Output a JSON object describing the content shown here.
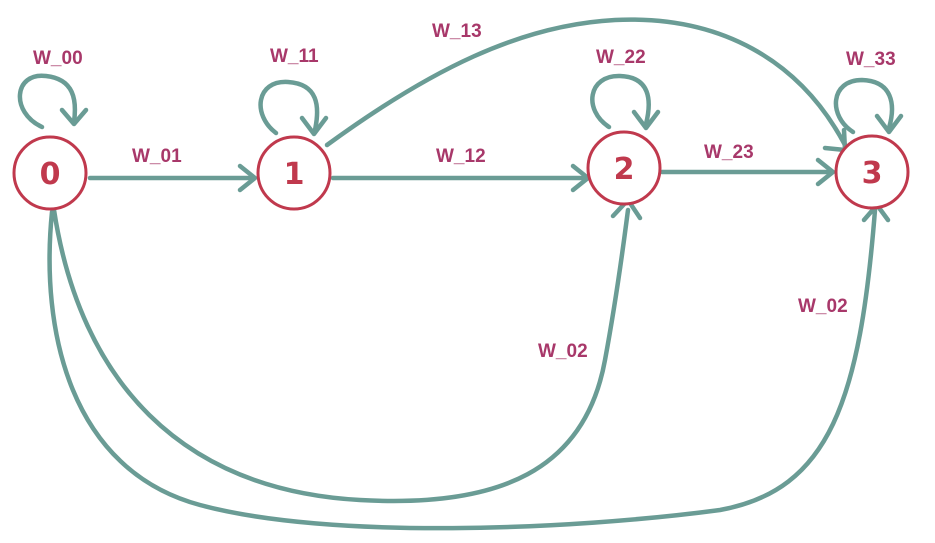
{
  "colors": {
    "edge": "#6a9c95",
    "node_stroke": "#c0394d",
    "label": "#a8386a"
  },
  "nodes": [
    {
      "id": "0",
      "label": "0"
    },
    {
      "id": "1",
      "label": "1"
    },
    {
      "id": "2",
      "label": "2"
    },
    {
      "id": "3",
      "label": "3"
    }
  ],
  "edges": [
    {
      "id": "00",
      "from": "0",
      "to": "0",
      "label": "W_00"
    },
    {
      "id": "11",
      "from": "1",
      "to": "1",
      "label": "W_11"
    },
    {
      "id": "22",
      "from": "2",
      "to": "2",
      "label": "W_22"
    },
    {
      "id": "33",
      "from": "3",
      "to": "3",
      "label": "W_33"
    },
    {
      "id": "01",
      "from": "0",
      "to": "1",
      "label": "W_01"
    },
    {
      "id": "12",
      "from": "1",
      "to": "2",
      "label": "W_12"
    },
    {
      "id": "23",
      "from": "2",
      "to": "3",
      "label": "W_23"
    },
    {
      "id": "13",
      "from": "1",
      "to": "3",
      "label": "W_13"
    },
    {
      "id": "02a",
      "from": "0",
      "to": "2",
      "label": "W_02"
    },
    {
      "id": "02b",
      "from": "0",
      "to": "3",
      "label": "W_02"
    }
  ]
}
